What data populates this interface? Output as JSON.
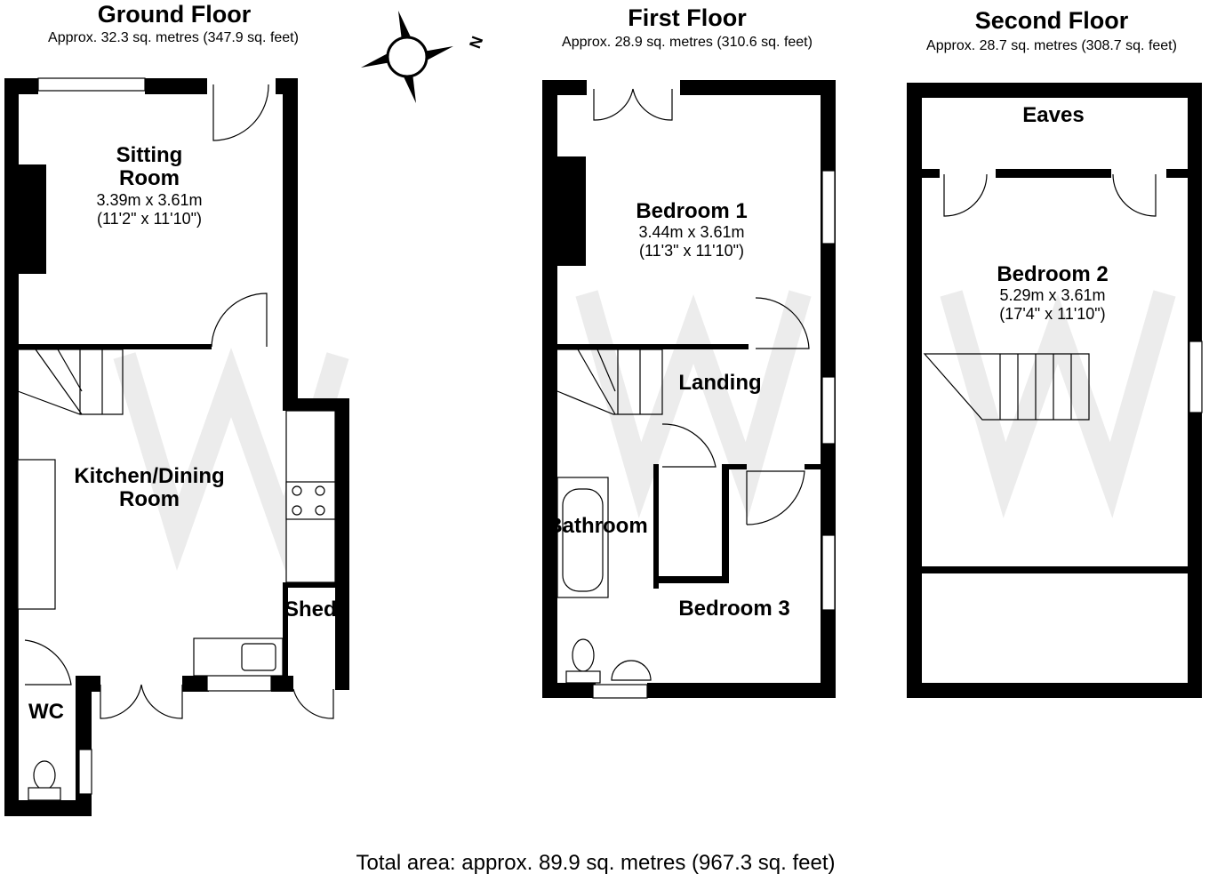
{
  "floors": [
    {
      "title": "Ground Floor",
      "area": "Approx. 32.3 sq. metres (347.9 sq. feet)"
    },
    {
      "title": "First Floor",
      "area": "Approx. 28.9 sq. metres (310.6 sq. feet)"
    },
    {
      "title": "Second Floor",
      "area": "Approx. 28.7 sq. metres (308.7 sq. feet)"
    }
  ],
  "rooms": {
    "sitting": {
      "name": "Sitting\nRoom",
      "metric": "3.39m x 3.61m",
      "imperial": "(11'2\" x 11'10\")"
    },
    "kitchen": {
      "name": "Kitchen/Dining\nRoom"
    },
    "shed": {
      "name": "Shed"
    },
    "wc": {
      "name": "WC"
    },
    "bedroom1": {
      "name": "Bedroom 1",
      "metric": "3.44m x 3.61m",
      "imperial": "(11'3\" x 11'10\")"
    },
    "landing": {
      "name": "Landing"
    },
    "bathroom": {
      "name": "Bathroom"
    },
    "bedroom3": {
      "name": "Bedroom 3"
    },
    "eaves": {
      "name": "Eaves"
    },
    "bedroom2": {
      "name": "Bedroom 2",
      "metric": "5.29m x 3.61m",
      "imperial": "(17'4\" x 11'10\")"
    }
  },
  "compass": {
    "label": "N",
    "icon": "compass-icon"
  },
  "total_area": "Total area: approx. 89.9 sq. metres (967.3 sq. feet)",
  "colors": {
    "wall": "#000000",
    "watermark": "#ececec"
  }
}
